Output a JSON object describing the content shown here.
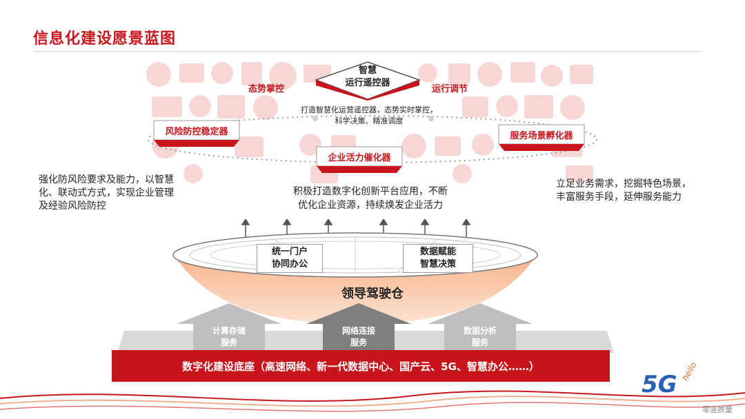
{
  "title": "信息化建设愿景蓝图",
  "top": {
    "center_label_line1": "智慧",
    "center_label_line2": "运行遥控器",
    "left_tag": "态势掌控",
    "right_tag": "运行调节",
    "desc_line1": "打造智慧化运营遥控器，态势实时掌控，",
    "desc_line2": "科学决策、精准调度"
  },
  "middle": {
    "left_box": "风险防控稳定器",
    "center_box": "企业活力催化器",
    "right_box": "服务场景孵化器",
    "left_desc": [
      "强化防风险要求及能力，以智慧",
      "化、联动式方式，实现企业管理",
      "及经验风险防控"
    ],
    "center_desc": [
      "积极打造数字化创新平台应用，不断",
      "优化企业资源，持续焕发企业活力"
    ],
    "right_desc": [
      "立足业务需求，挖掘特色场景，",
      "丰富服务手段，延伸服务能力"
    ]
  },
  "cockpit": {
    "label": "领导驾驶仓",
    "left_box": [
      "统一门户",
      "协同办公"
    ],
    "right_box": [
      "数据赋能",
      "智慧决策"
    ]
  },
  "arrows": {
    "left": [
      "计算存储",
      "服务"
    ],
    "center": [
      "网络连接",
      "服务"
    ],
    "right": [
      "数据分析",
      "服务"
    ]
  },
  "base_label": "数字化建设底座（高速网络、新一代数据中心、国产云、5G、智慧办公……）",
  "footer": {
    "logo_5g": "5G",
    "logo_hello": "hello",
    "watermark": "零竖质量"
  },
  "colors": {
    "brand_red": "#c8151c",
    "light_red": "#f4c9c8",
    "orange": "#f6a77a",
    "gray_arrow": "#bfbfbf",
    "dark_arrow": "#7f7f7f"
  }
}
